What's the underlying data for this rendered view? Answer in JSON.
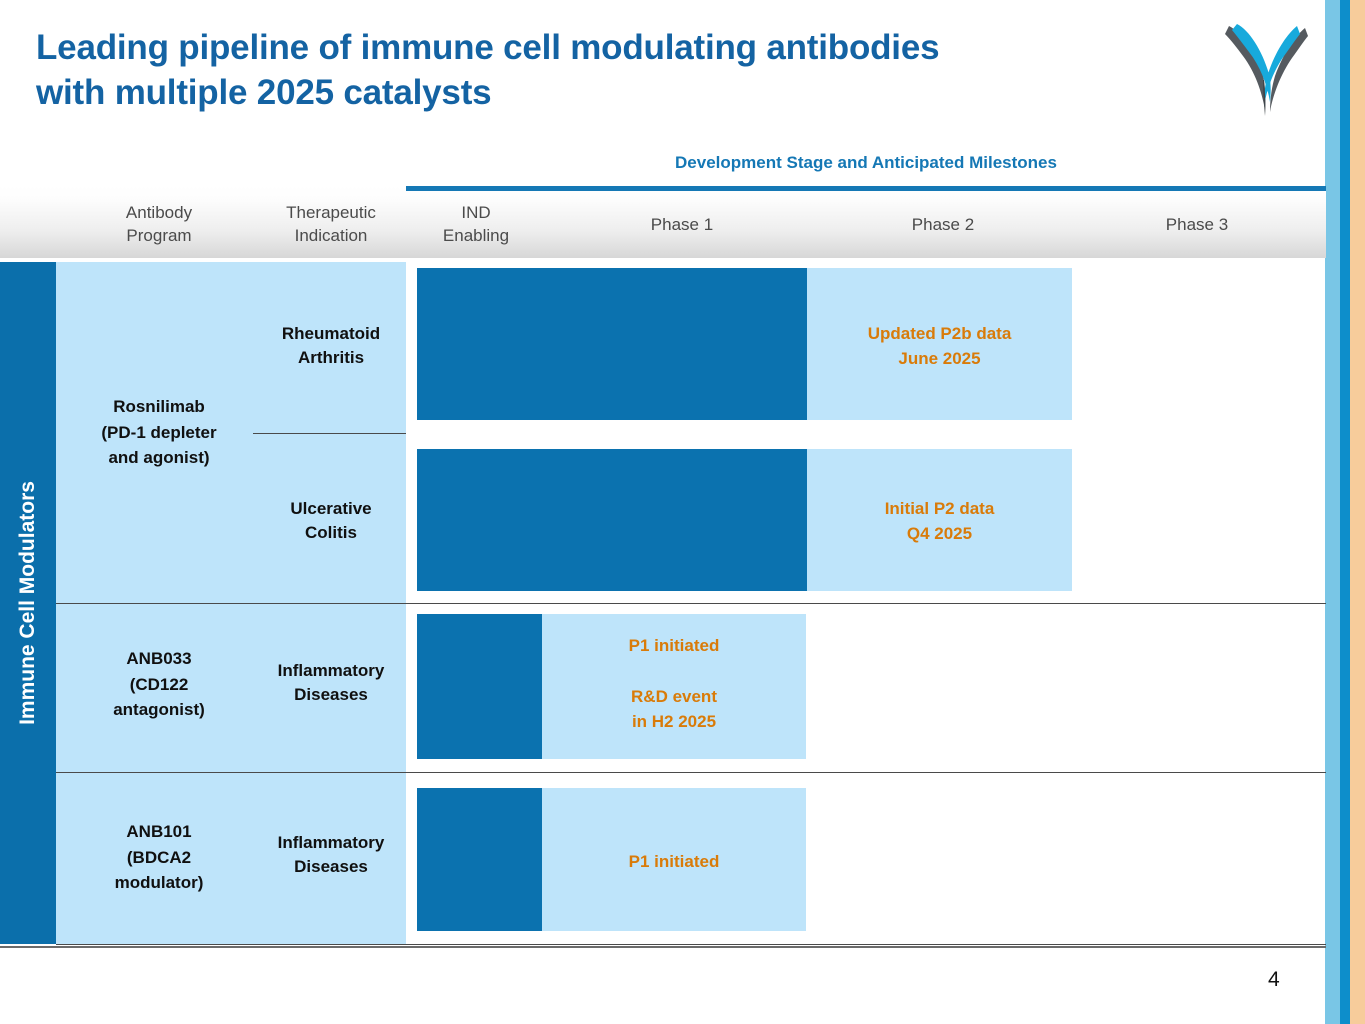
{
  "slide": {
    "title_line_1": "Leading pipeline of immune cell modulating antibodies",
    "title_line_2": "with multiple 2025 catalysts",
    "page_number": "4",
    "logo_name": "antibody-y-logo"
  },
  "colors": {
    "title_blue": "#1463A3",
    "accent_blue": "#1578B5",
    "bar_dark_blue": "#0B72AF",
    "bar_light_blue": "#BEE4FA",
    "category_bar_blue": "#0B6FAB",
    "milestone_orange": "#D97B09",
    "edge_light_blue": "#79C6E6",
    "edge_mid_blue": "#0D8ECB",
    "edge_peach": "#F7CC9B"
  },
  "table": {
    "section_caption": "Development Stage and Anticipated Milestones",
    "category_label": "Immune Cell Modulators",
    "headers": {
      "antibody_program": "Antibody\nProgram",
      "antibody_program_l1": "Antibody",
      "antibody_program_l2": "Program",
      "therapeutic_indication_l1": "Therapeutic",
      "therapeutic_indication_l2": "Indication",
      "ind_enabling_l1": "IND",
      "ind_enabling_l2": "Enabling",
      "phase_1": "Phase 1",
      "phase_2": "Phase 2",
      "phase_3": "Phase 3"
    },
    "rows": [
      {
        "program_l1": "Rosnilimab",
        "program_l2": "(PD-1 depleter",
        "program_l3": "and agonist)",
        "subrows": [
          {
            "indication_l1": "Rheumatoid",
            "indication_l2": "Arthritis",
            "milestone_l1": "Updated P2b data",
            "milestone_l2": "June 2025"
          },
          {
            "indication_l1": "Ulcerative",
            "indication_l2": "Colitis",
            "milestone_l1": "Initial P2 data",
            "milestone_l2": "Q4 2025"
          }
        ]
      },
      {
        "program_l1": "ANB033",
        "program_l2": "(CD122",
        "program_l3": "antagonist)",
        "subrows": [
          {
            "indication_l1": "Inflammatory",
            "indication_l2": "Diseases",
            "milestone_l1": "P1 initiated",
            "milestone_l2": "",
            "milestone_l3": "R&D event",
            "milestone_l4": "in H2 2025"
          }
        ]
      },
      {
        "program_l1": "ANB101",
        "program_l2": "(BDCA2",
        "program_l3": "modulator)",
        "subrows": [
          {
            "indication_l1": "Inflammatory",
            "indication_l2": "Diseases",
            "milestone_l1": "P1 initiated",
            "milestone_l2": ""
          }
        ]
      }
    ]
  },
  "chart_data": {
    "type": "bar",
    "title": "Development Stage and Anticipated Milestones",
    "categories": [
      "IND Enabling",
      "Phase 1",
      "Phase 2",
      "Phase 3"
    ],
    "series": [
      {
        "name": "Rosnilimab (PD-1 depleter and agonist) — Rheumatoid Arthritis",
        "completed_through": "Phase 2",
        "in_progress": "Phase 2",
        "milestone": "Updated P2b data June 2025"
      },
      {
        "name": "Rosnilimab (PD-1 depleter and agonist) — Ulcerative Colitis",
        "completed_through": "Phase 2",
        "in_progress": "Phase 2",
        "milestone": "Initial P2 data Q4 2025"
      },
      {
        "name": "ANB033 (CD122 antagonist) — Inflammatory Diseases",
        "completed_through": "IND Enabling",
        "in_progress": "Phase 1",
        "milestone": "P1 initiated; R&D event in H2 2025"
      },
      {
        "name": "ANB101 (BDCA2 modulator) — Inflammatory Diseases",
        "completed_through": "IND Enabling",
        "in_progress": "Phase 1",
        "milestone": "P1 initiated"
      }
    ],
    "xlabel": "Development Stage",
    "ylabel": "",
    "grid": false,
    "legend": "none"
  }
}
